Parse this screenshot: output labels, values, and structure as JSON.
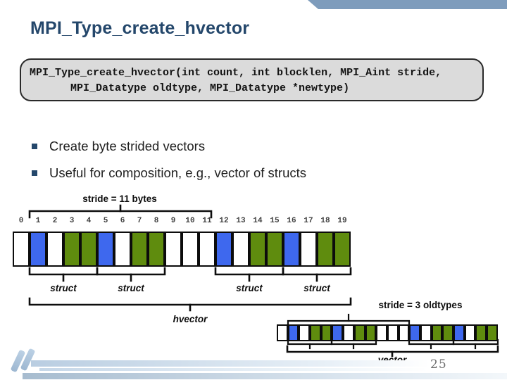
{
  "header": {
    "title": "MPI_Type_create_hvector"
  },
  "code_box": {
    "line1": "MPI_Type_create_hvector(int count, int blocklen, MPI_Aint stride,",
    "line2": "MPI_Datatype oldtype, MPI_Datatype *newtype)"
  },
  "bullets": [
    {
      "label": "Create byte strided vectors"
    },
    {
      "label": "Useful for composition, e.g., vector of structs"
    }
  ],
  "diagram": {
    "stride_label": "stride = 11 bytes",
    "byte_labels": [
      "0",
      "1",
      "2",
      "3",
      "4",
      "5",
      "6",
      "7",
      "8",
      "9",
      "10",
      "11",
      "12",
      "13",
      "14",
      "15",
      "16",
      "17",
      "18",
      "19"
    ],
    "cells": [
      "white",
      "blue",
      "white",
      "green",
      "green",
      "blue",
      "white",
      "green",
      "green",
      "white",
      "white",
      "white",
      "blue",
      "white",
      "green",
      "green",
      "blue",
      "white",
      "green",
      "green"
    ],
    "struct_labels": [
      "struct",
      "struct",
      "struct",
      "struct"
    ],
    "hvector_label": "hvector"
  },
  "mini_diagram": {
    "stride_label": "stride = 3 oldtypes",
    "cells": [
      "white",
      "blue",
      "white",
      "green",
      "green",
      "blue",
      "white",
      "green",
      "green",
      "white",
      "white",
      "white",
      "blue",
      "white",
      "green",
      "green",
      "blue",
      "white",
      "green",
      "green"
    ],
    "vector_label": "vector"
  },
  "page_number": "25",
  "colors": {
    "title": "#24476B",
    "accent_bar": "#7E9CBC",
    "blue": "#3E68EE",
    "green": "#5F8C0E",
    "white": "#FFFFFF"
  }
}
